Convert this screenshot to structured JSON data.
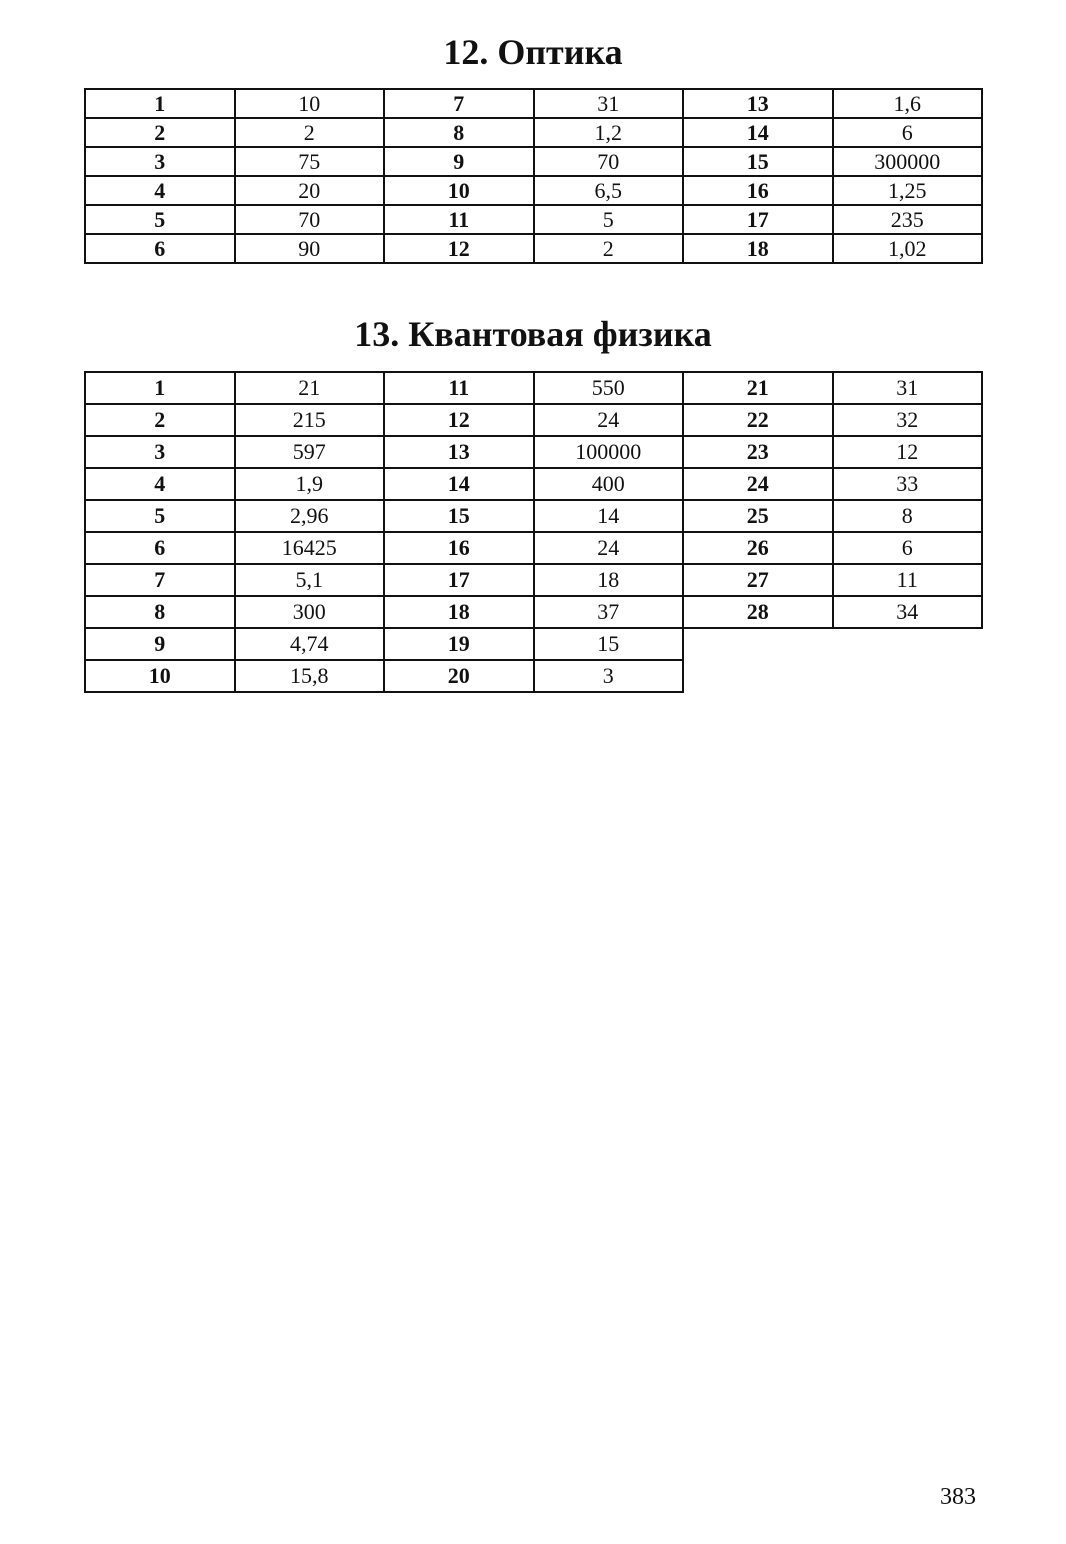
{
  "optics": {
    "title": "12. Оптика",
    "rows": [
      [
        {
          "n": "1",
          "v": "10"
        },
        {
          "n": "7",
          "v": "31"
        },
        {
          "n": "13",
          "v": "1,6"
        }
      ],
      [
        {
          "n": "2",
          "v": "2"
        },
        {
          "n": "8",
          "v": "1,2"
        },
        {
          "n": "14",
          "v": "6"
        }
      ],
      [
        {
          "n": "3",
          "v": "75"
        },
        {
          "n": "9",
          "v": "70"
        },
        {
          "n": "15",
          "v": "300000"
        }
      ],
      [
        {
          "n": "4",
          "v": "20"
        },
        {
          "n": "10",
          "v": "6,5"
        },
        {
          "n": "16",
          "v": "1,25"
        }
      ],
      [
        {
          "n": "5",
          "v": "70"
        },
        {
          "n": "11",
          "v": "5"
        },
        {
          "n": "17",
          "v": "235"
        }
      ],
      [
        {
          "n": "6",
          "v": "90"
        },
        {
          "n": "12",
          "v": "2"
        },
        {
          "n": "18",
          "v": "1,02"
        }
      ]
    ]
  },
  "quantum": {
    "title": "13. Квантовая физика",
    "rows": [
      [
        {
          "n": "1",
          "v": "21"
        },
        {
          "n": "11",
          "v": "550"
        },
        {
          "n": "21",
          "v": "31"
        }
      ],
      [
        {
          "n": "2",
          "v": "215"
        },
        {
          "n": "12",
          "v": "24"
        },
        {
          "n": "22",
          "v": "32"
        }
      ],
      [
        {
          "n": "3",
          "v": "597"
        },
        {
          "n": "13",
          "v": "100000"
        },
        {
          "n": "23",
          "v": "12"
        }
      ],
      [
        {
          "n": "4",
          "v": "1,9"
        },
        {
          "n": "14",
          "v": "400"
        },
        {
          "n": "24",
          "v": "33"
        }
      ],
      [
        {
          "n": "5",
          "v": "2,96"
        },
        {
          "n": "15",
          "v": "14"
        },
        {
          "n": "25",
          "v": "8"
        }
      ],
      [
        {
          "n": "6",
          "v": "16425"
        },
        {
          "n": "16",
          "v": "24"
        },
        {
          "n": "26",
          "v": "6"
        }
      ],
      [
        {
          "n": "7",
          "v": "5,1"
        },
        {
          "n": "17",
          "v": "18"
        },
        {
          "n": "27",
          "v": "11"
        }
      ],
      [
        {
          "n": "8",
          "v": "300"
        },
        {
          "n": "18",
          "v": "37"
        },
        {
          "n": "28",
          "v": "34"
        }
      ],
      [
        {
          "n": "9",
          "v": "4,74"
        },
        {
          "n": "19",
          "v": "15"
        }
      ],
      [
        {
          "n": "10",
          "v": "15,8"
        },
        {
          "n": "20",
          "v": "3"
        }
      ]
    ]
  },
  "page_number": "383"
}
